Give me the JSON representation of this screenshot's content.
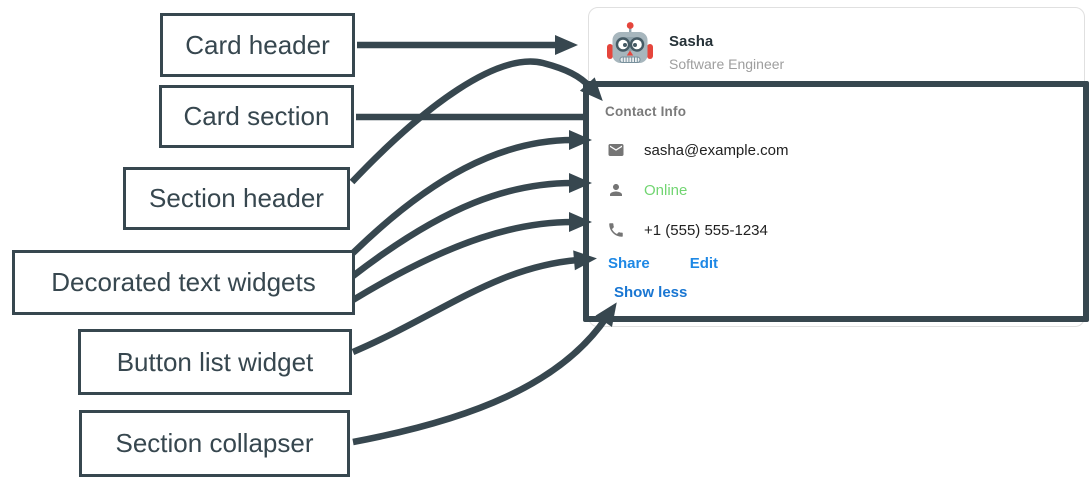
{
  "annotations": {
    "arrow_color": "#37474F",
    "labels": [
      {
        "text": "Card header"
      },
      {
        "text": "Card section"
      },
      {
        "text": "Section header"
      },
      {
        "text": "Decorated text widgets"
      },
      {
        "text": "Button list widget"
      },
      {
        "text": "Section collapser"
      }
    ]
  },
  "card": {
    "header": {
      "name": "Sasha",
      "subtitle": "Software Engineer",
      "avatar_icon": "robot-avatar"
    },
    "section": {
      "title": "Contact Info",
      "rows": [
        {
          "icon": "email-icon",
          "text": "sasha@example.com",
          "color": "#212121"
        },
        {
          "icon": "person-icon",
          "text": "Online",
          "color": "#72D572"
        },
        {
          "icon": "phone-icon",
          "text": "+1 (555) 555-1234",
          "color": "#212121"
        }
      ],
      "buttons": [
        {
          "label": "Share"
        },
        {
          "label": "Edit"
        }
      ],
      "collapser_label": "Show less",
      "link_color": "#1E88E5",
      "collapser_color": "#1976D2"
    }
  }
}
